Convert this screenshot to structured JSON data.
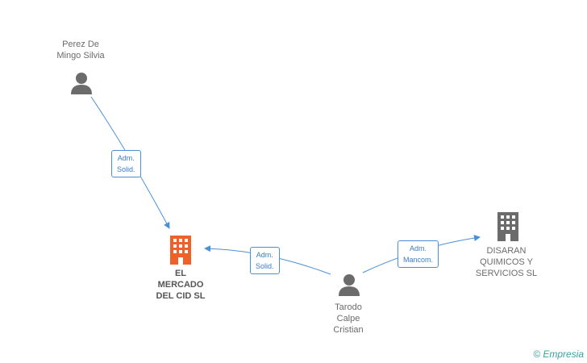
{
  "nodes": {
    "perez": {
      "label": "Perez De\nMingo Silvia",
      "icon": "person-icon",
      "color": "#6b6b6b"
    },
    "mercado": {
      "label": "EL\nMERCADO\nDEL CID SL",
      "icon": "building-icon",
      "color": "#f0602a"
    },
    "tarodo": {
      "label": "Tarodo\nCalpe\nCristian",
      "icon": "person-icon",
      "color": "#6b6b6b"
    },
    "disaran": {
      "label": "DISARAN\nQUIMICOS Y\nSERVICIOS SL",
      "icon": "building-icon",
      "color": "#6b6b6b"
    }
  },
  "edges": {
    "perez_mercado": {
      "label": "Adm.\nSolid."
    },
    "tarodo_mercado": {
      "label": "Adm.\nSolid."
    },
    "tarodo_disaran": {
      "label": "Adm.\nMancom."
    }
  },
  "edge_color": "#4a90d9",
  "watermark": {
    "copyright": "©",
    "brand": "Empresia"
  }
}
